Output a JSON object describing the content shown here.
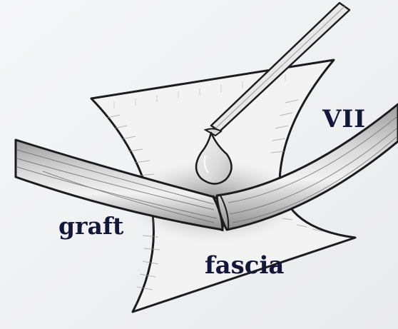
{
  "labels": {
    "nerve": "VII",
    "graft": "graft",
    "fascia": "fascia"
  },
  "colors": {
    "paper": "#f2f3f4",
    "ink": "#1c1c1e",
    "label_ink": "#14163a",
    "shading": "#8a8a8a"
  }
}
